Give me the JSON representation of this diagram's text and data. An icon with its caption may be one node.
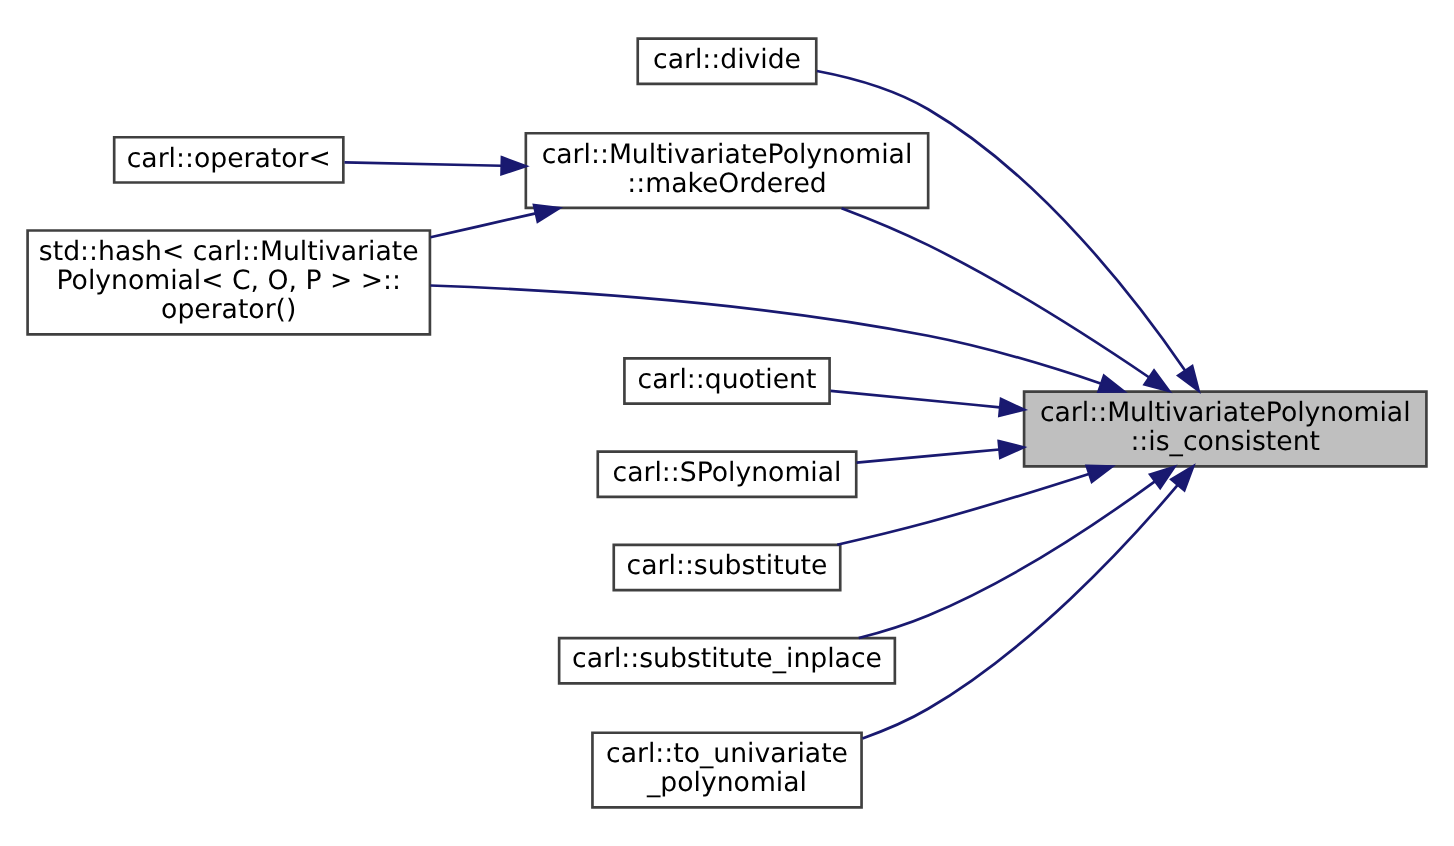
{
  "diagram": {
    "nodes": [
      {
        "text": [
          "carl::divide"
        ]
      },
      {
        "text": [
          "std::hash< carl::Multivariate Polynomial< C, O, P > >:: operator()"
        ]
      },
      {
        "text": [
          "carl::MultivariatePolynomial ::makeOrdered"
        ]
      },
      {
        "text": [
          "carl::operator<"
        ]
      },
      {
        "text": [
          "carl::quotient"
        ]
      },
      {
        "text": [
          "carl::MultivariatePolynomial ::is_consistent"
        ]
      },
      {
        "text": [
          "carl::SPolynomial"
        ]
      },
      {
        "text": [
          "carl::substitute"
        ]
      },
      {
        "text": [
          "carl::substitute_inplace"
        ]
      },
      {
        "text": [
          "carl::to_univariate _polynomial"
        ]
      }
    ],
    "edges": [
      {
        "from": 0,
        "to": 5,
        "arrow": "to"
      },
      {
        "from": 1,
        "to": 5,
        "arrow": "to"
      },
      {
        "from": 1,
        "to": 2,
        "arrow": "to"
      },
      {
        "from": 3,
        "to": 2,
        "arrow": "to"
      },
      {
        "from": 2,
        "to": 5,
        "arrow": "to"
      },
      {
        "from": 4,
        "to": 5,
        "arrow": "to"
      },
      {
        "from": 6,
        "to": 5,
        "arrow": "to"
      },
      {
        "from": 7,
        "to": 5,
        "arrow": "to"
      },
      {
        "from": 8,
        "to": 5,
        "arrow": "to"
      },
      {
        "from": 9,
        "to": 5,
        "arrow": "to"
      }
    ]
  }
}
